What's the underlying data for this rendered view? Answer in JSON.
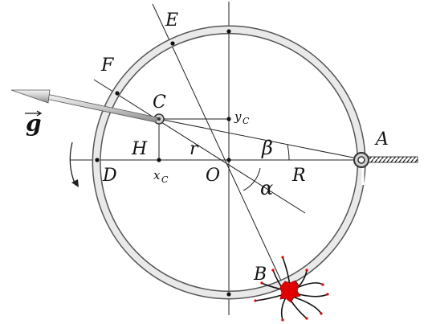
{
  "diagram": {
    "labels": {
      "E": "E",
      "F": "F",
      "C": "C",
      "yc": "y",
      "yc_sub": "C",
      "g": "g",
      "H": "H",
      "r": "r",
      "beta": "β",
      "A": "A",
      "D": "D",
      "xc": "x",
      "xc_sub": "C",
      "O": "O",
      "R": "R",
      "alpha": "α",
      "B": "B"
    },
    "colors": {
      "ring_fill": "#e9e9e9",
      "ring_edge": "#555555",
      "line": "#222222",
      "spark": "#e00000",
      "arrow_light": "#d8d8d8",
      "arrow_dark": "#555555"
    },
    "icons": {
      "rotation": "curved-arrow-icon",
      "hinge": "pivot-icon",
      "wall": "hatched-wall-icon",
      "explosion": "spark-icon"
    }
  }
}
